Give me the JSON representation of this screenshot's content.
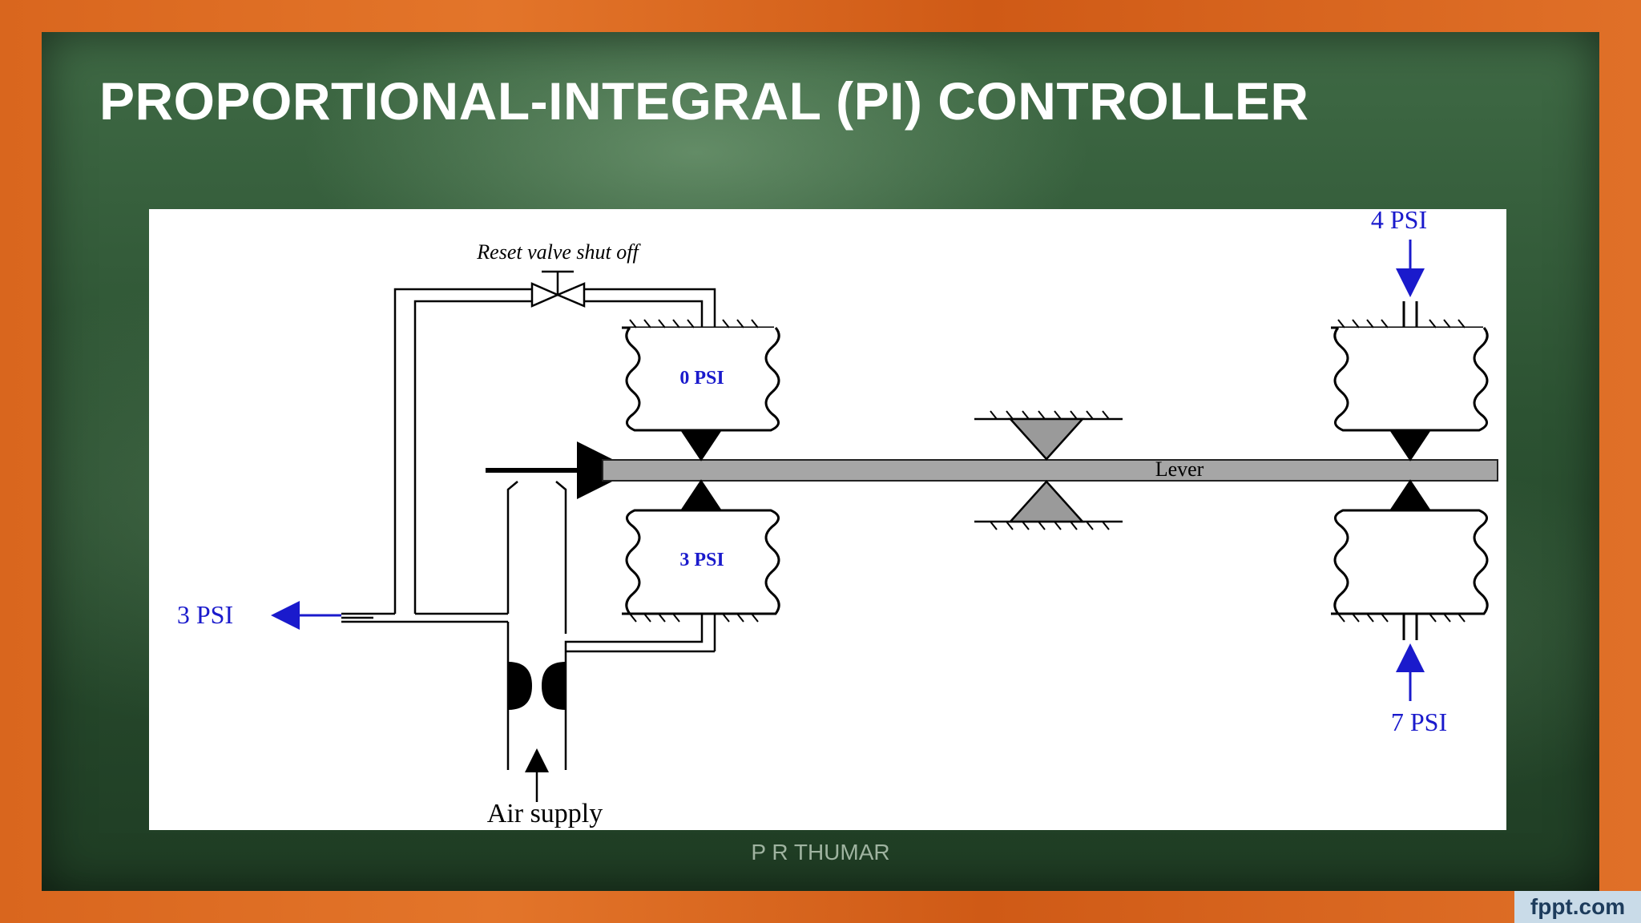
{
  "slide": {
    "title": "PROPORTIONAL-INTEGRAL (PI) CONTROLLER",
    "footer": "P R THUMAR",
    "brand": "fppt.com"
  },
  "diagram": {
    "reset_valve_label": "Reset valve shut off",
    "upper_left_bellows_label": "0 PSI",
    "lower_left_bellows_label": "3 PSI",
    "output_label": "3 PSI",
    "lever_label": "Lever",
    "top_input_label": "4 PSI",
    "bottom_input_label": "7 PSI",
    "air_supply_label": "Air supply",
    "colors": {
      "arrow_blue": "#1a1acc",
      "lever_gray": "#a6a6a6",
      "ink": "#000000"
    }
  }
}
